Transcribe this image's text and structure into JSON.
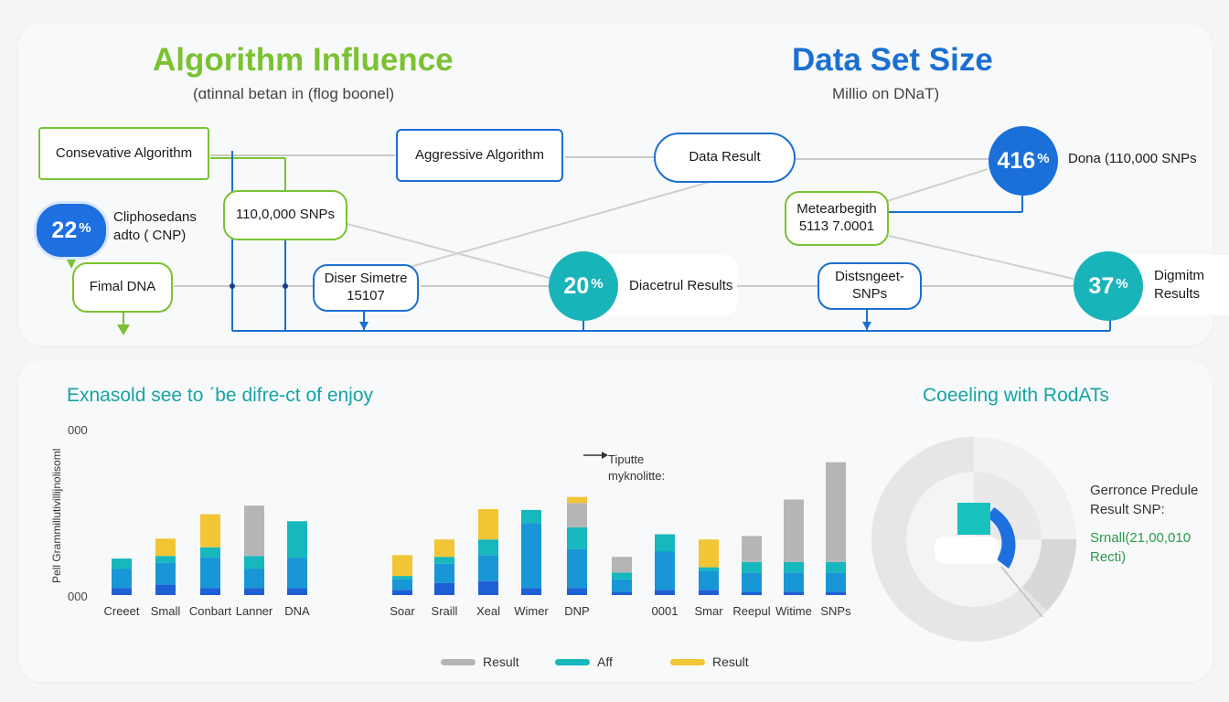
{
  "colors": {
    "green": "#7ac231",
    "blue": "#1b6fd1",
    "teal": "#16b7bd",
    "gray": "#b5b5b5",
    "yellow": "#f2c535",
    "darkblue": "#1e5fd6"
  },
  "top": {
    "left_title": "Algorithm Influence",
    "left_subtitle": "(ɑtinnal betan in (flog boonel)",
    "right_title": "Data Set Size",
    "right_subtitle": "Millio on DNaT)",
    "nodes": {
      "conservative": "Consevative Algorithm",
      "aggressive": "Aggressive Algorithm",
      "data_result": "Data Result",
      "snps": "110,0,000 SNPs",
      "final_dna": "Fimal DNA",
      "diser_line1": "Diser Simetre",
      "diser_line2": "15107",
      "meta_line1": "Metearbegith",
      "meta_line2": "5113 7.0001",
      "dist_line1": "Distsngeet-",
      "dist_line2": "SNPs"
    },
    "badges": {
      "b22": "22",
      "b20": "20",
      "b416": "416",
      "b37": "37",
      "pct": "%"
    },
    "labels": {
      "clip_line1": "Cliphosedans",
      "clip_line2": "adto ( CNP)",
      "diacetrul": "Diacetrul Results",
      "dona": "Dona (110,000 SNPs",
      "digmitm_line1": "Digmitm",
      "digmitm_line2": "Results"
    }
  },
  "bottom": {
    "left_title": "Exnasold see to ˊbe difre-ct of enjoy",
    "right_title": "Coeeling with RodATs",
    "y_axis_label": "Pell Grammillutivillijnolisoml",
    "y_tick_top": "000",
    "y_tick_bottom": "000",
    "annotation_line1": "Tiputte",
    "annotation_line2": "myknolitte:",
    "legend": [
      "Result",
      "Aff",
      "Result"
    ],
    "donut_text_line1": "Gerronce Predule",
    "donut_text_line2": "Result SNP:",
    "donut_green_line1": "Srnall(21,00,010",
    "donut_green_line2": "Recti)"
  },
  "chart_data": {
    "type": "bar",
    "categories": [
      "Creeet",
      "Small",
      "Conbart",
      "Lanner",
      "DNA",
      "Soar",
      "Sraill",
      "Xeal",
      "Wimer",
      "DNP",
      "",
      "0001",
      "Smar",
      "Reepul",
      "Witime",
      "SNPs"
    ],
    "series": [
      {
        "values": [
          8,
          12,
          8,
          8,
          8,
          6,
          14,
          16,
          8,
          8,
          4,
          6,
          6,
          4,
          4,
          4
        ]
      },
      {
        "values": [
          22,
          25,
          35,
          22,
          35,
          12,
          22,
          30,
          75,
          45,
          14,
          44,
          22,
          22,
          22,
          22
        ]
      },
      {
        "values": [
          12,
          8,
          12,
          15,
          42,
          4,
          8,
          18,
          15,
          25,
          8,
          20,
          4,
          12,
          12,
          12
        ]
      },
      {
        "values": [
          0,
          0,
          0,
          58,
          0,
          0,
          0,
          0,
          0,
          28,
          18,
          0,
          0,
          30,
          72,
          115
        ]
      },
      {
        "values": [
          0,
          20,
          38,
          0,
          0,
          24,
          20,
          35,
          0,
          7,
          0,
          0,
          32,
          0,
          0,
          0
        ]
      }
    ],
    "ylim": [
      0,
      200
    ],
    "legend_position": "bottom"
  }
}
